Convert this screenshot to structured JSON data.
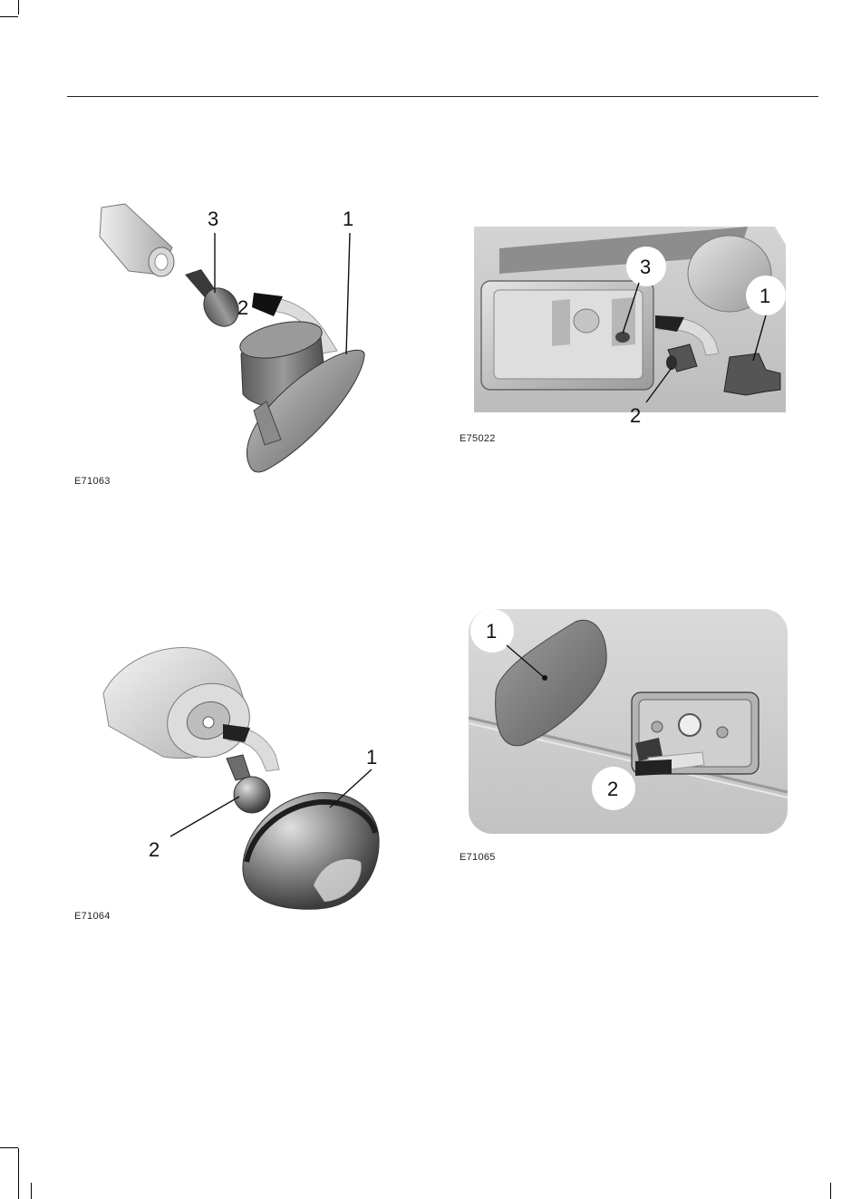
{
  "figures": [
    {
      "code": "E71063",
      "callouts": [
        "1",
        "2",
        "3"
      ]
    },
    {
      "code": "E75022",
      "callouts": [
        "1",
        "2",
        "3"
      ]
    },
    {
      "code": "E71064",
      "callouts": [
        "1",
        "2"
      ]
    },
    {
      "code": "E71065",
      "callouts": [
        "1",
        "2"
      ]
    }
  ]
}
